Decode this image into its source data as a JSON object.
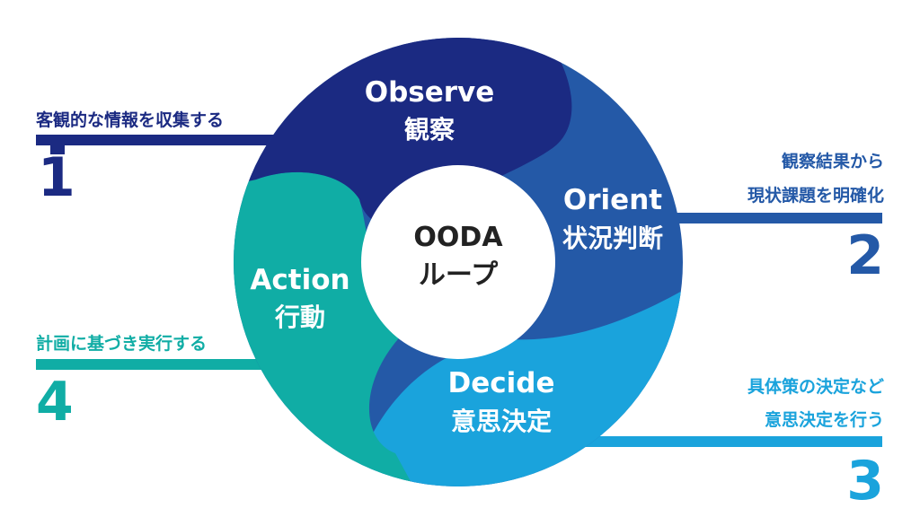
{
  "center": {
    "line1": "OODA",
    "line2": "ループ"
  },
  "phases": [
    {
      "en": "Observe",
      "ja": "観察",
      "color": "#1b2a82"
    },
    {
      "en": "Orient",
      "ja": "状況判断",
      "color": "#2459a7"
    },
    {
      "en": "Decide",
      "ja": "意思決定",
      "color": "#1aa3dc"
    },
    {
      "en": "Action",
      "ja": "行動",
      "color": "#10ada5"
    }
  ],
  "callouts": [
    {
      "number": "1",
      "lines": [
        "客観的な情報を収集する"
      ]
    },
    {
      "number": "2",
      "lines": [
        "観察結果から",
        "現状課題を明確化"
      ]
    },
    {
      "number": "3",
      "lines": [
        "具体策の決定など",
        "意思決定を行う"
      ]
    },
    {
      "number": "4",
      "lines": [
        "計画に基づき実行する"
      ]
    }
  ]
}
